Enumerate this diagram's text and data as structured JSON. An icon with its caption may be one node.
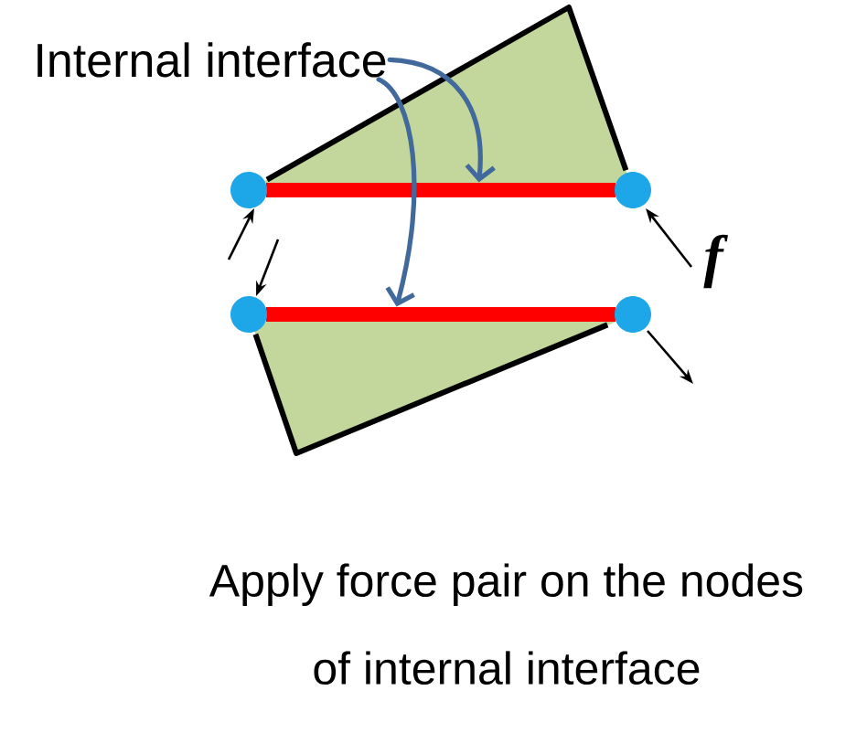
{
  "diagram": {
    "caption": "Apply force pair on the nodes of internal interface",
    "nodes": [
      {
        "text": [
          "Internal interface"
        ]
      },
      {
        "text": [],
        "shape": "polygon"
      },
      {
        "text": [],
        "shape": "bar"
      },
      {
        "text": [],
        "shape": "bar"
      },
      {
        "text": [],
        "shape": "polygon"
      }
    ],
    "edges": [
      {
        "from": 0,
        "to": 2,
        "arrow": "to"
      },
      {
        "from": 0,
        "to": 3,
        "arrow": "to"
      }
    ],
    "labels": [
      "f"
    ]
  }
}
